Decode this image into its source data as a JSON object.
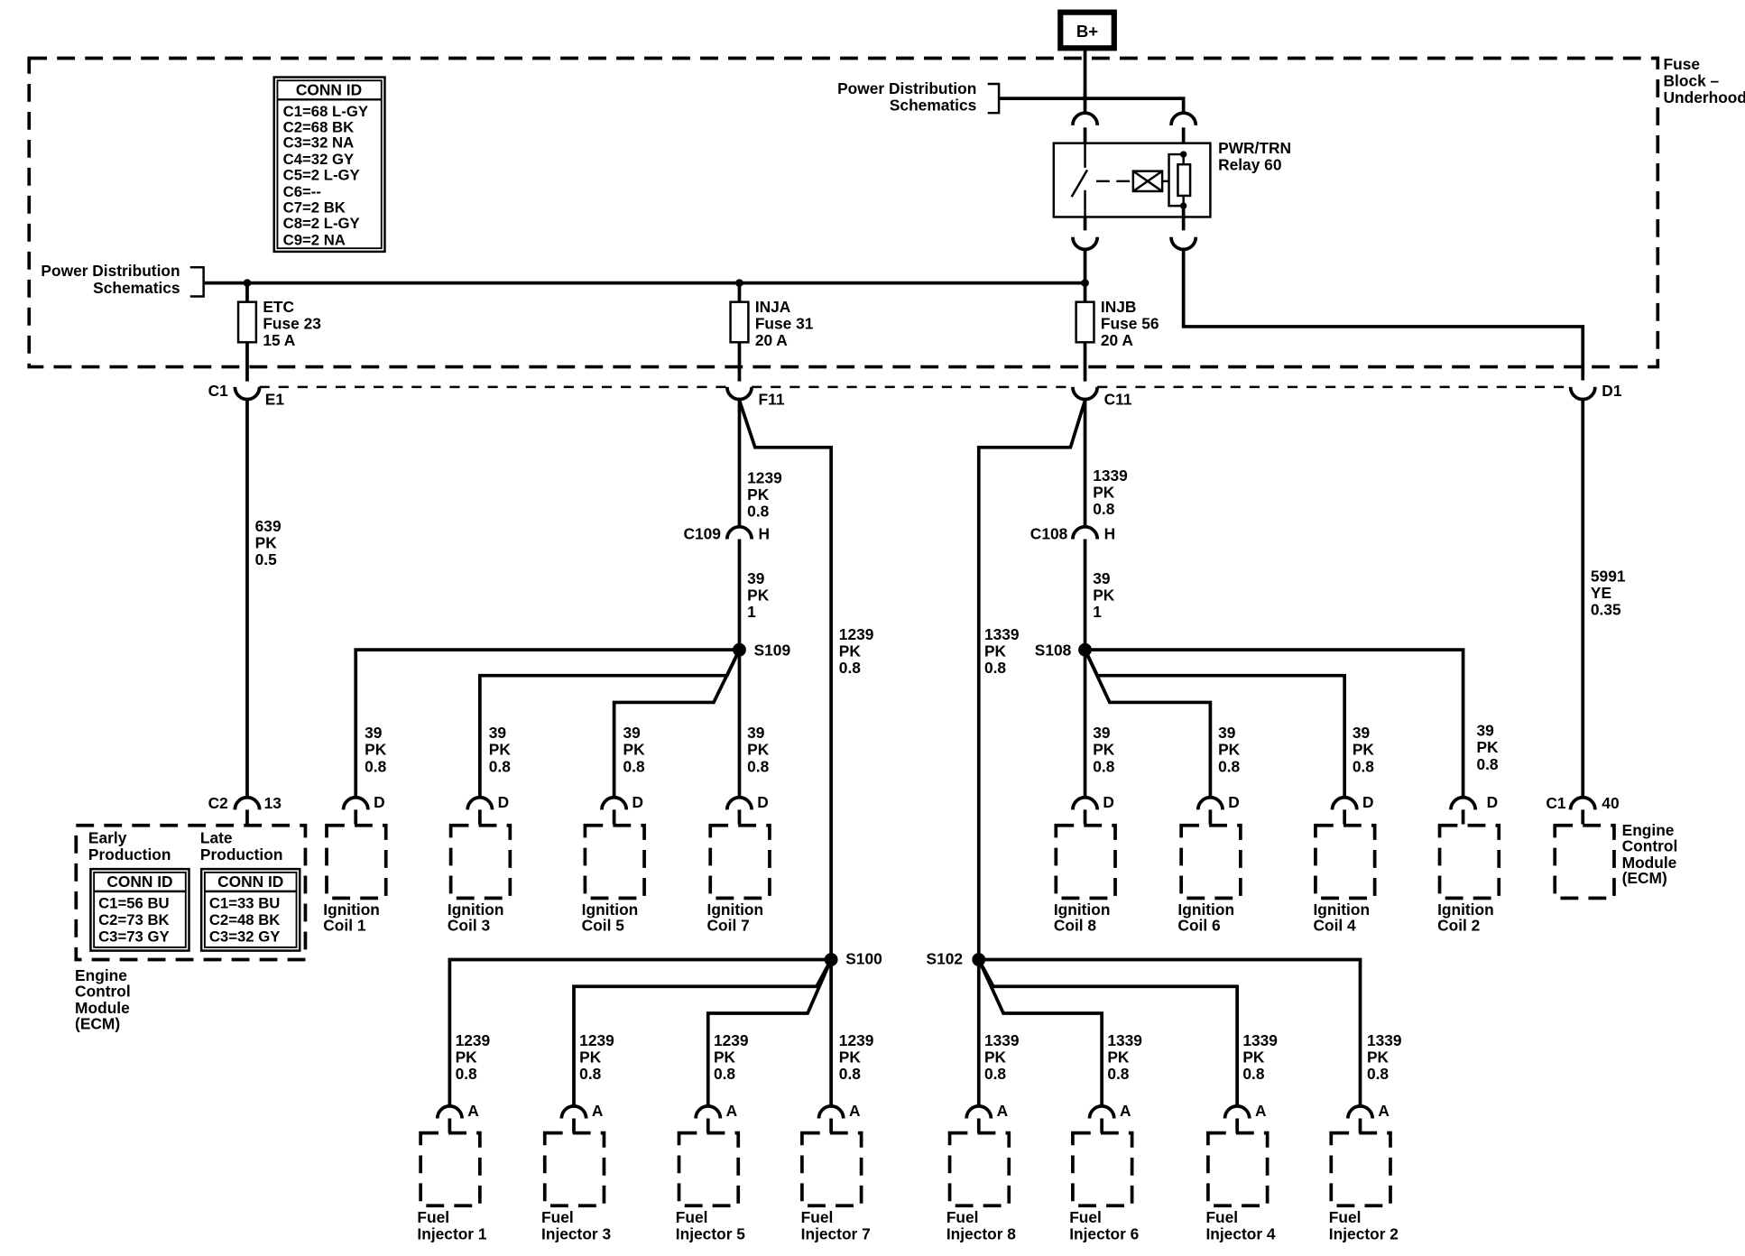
{
  "power": {
    "label": "B+"
  },
  "fuse_block": {
    "label_lines": [
      "Fuse",
      "Block –",
      "Underhood"
    ]
  },
  "pd_schematics": {
    "lines": [
      "Power Distribution",
      "Schematics"
    ]
  },
  "conn_id_table": {
    "header": "CONN ID",
    "rows": [
      "C1=68 L-GY",
      "C2=68 BK",
      "C3=32 NA",
      "C4=32 GY",
      "C5=2 L-GY",
      "C6=--",
      "C7=2 BK",
      "C8=2 L-GY",
      "C9=2 NA"
    ]
  },
  "relay": {
    "lines": [
      "PWR/TRN",
      "Relay 60"
    ]
  },
  "fuses": [
    {
      "lines": [
        "ETC",
        "Fuse 23",
        "15 A"
      ]
    },
    {
      "lines": [
        "INJA",
        "Fuse 31",
        "20 A"
      ]
    },
    {
      "lines": [
        "INJB",
        "Fuse 56",
        "20 A"
      ]
    }
  ],
  "connector_labels": {
    "c1": "C1",
    "e1": "E1",
    "f11": "F11",
    "c11": "C11",
    "d1": "D1",
    "c109": "C109",
    "c109_pin": "H",
    "c108": "C108",
    "c108_pin": "H",
    "c2": "C2",
    "c2_pin": "13",
    "ecm_c1": "C1",
    "ecm_c1_pin": "40"
  },
  "wire_labels": [
    [
      "639",
      "PK",
      "0.5"
    ],
    [
      "1239",
      "PK",
      "0.8"
    ],
    [
      "1339",
      "PK",
      "0.8"
    ],
    [
      "39",
      "PK",
      "1"
    ],
    [
      "39",
      "PK",
      "1"
    ],
    [
      "1239",
      "PK",
      "0.8"
    ],
    [
      "1339",
      "PK",
      "0.8"
    ],
    [
      "5991",
      "YE",
      "0.35"
    ],
    [
      "39",
      "PK",
      "0.8"
    ],
    [
      "39",
      "PK",
      "0.8"
    ],
    [
      "39",
      "PK",
      "0.8"
    ],
    [
      "39",
      "PK",
      "0.8"
    ],
    [
      "39",
      "PK",
      "0.8"
    ],
    [
      "39",
      "PK",
      "0.8"
    ],
    [
      "39",
      "PK",
      "0.8"
    ],
    [
      "39",
      "PK",
      "0.8"
    ],
    [
      "1239",
      "PK",
      "0.8"
    ],
    [
      "1239",
      "PK",
      "0.8"
    ],
    [
      "1239",
      "PK",
      "0.8"
    ],
    [
      "1239",
      "PK",
      "0.8"
    ],
    [
      "1339",
      "PK",
      "0.8"
    ],
    [
      "1339",
      "PK",
      "0.8"
    ],
    [
      "1339",
      "PK",
      "0.8"
    ],
    [
      "1339",
      "PK",
      "0.8"
    ]
  ],
  "splices": {
    "s109": "S109",
    "s108": "S108",
    "s100": "S100",
    "s102": "S102"
  },
  "ignition_coils": [
    {
      "pin": "D",
      "lines": [
        "Ignition",
        "Coil 1"
      ]
    },
    {
      "pin": "D",
      "lines": [
        "Ignition",
        "Coil 3"
      ]
    },
    {
      "pin": "D",
      "lines": [
        "Ignition",
        "Coil 5"
      ]
    },
    {
      "pin": "D",
      "lines": [
        "Ignition",
        "Coil 7"
      ]
    },
    {
      "pin": "D",
      "lines": [
        "Ignition",
        "Coil 8"
      ]
    },
    {
      "pin": "D",
      "lines": [
        "Ignition",
        "Coil 6"
      ]
    },
    {
      "pin": "D",
      "lines": [
        "Ignition",
        "Coil 4"
      ]
    },
    {
      "pin": "D",
      "lines": [
        "Ignition",
        "Coil 2"
      ]
    }
  ],
  "fuel_injectors": [
    {
      "pin": "A",
      "lines": [
        "Fuel",
        "Injector 1"
      ]
    },
    {
      "pin": "A",
      "lines": [
        "Fuel",
        "Injector 3"
      ]
    },
    {
      "pin": "A",
      "lines": [
        "Fuel",
        "Injector 5"
      ]
    },
    {
      "pin": "A",
      "lines": [
        "Fuel",
        "Injector 7"
      ]
    },
    {
      "pin": "A",
      "lines": [
        "Fuel",
        "Injector 8"
      ]
    },
    {
      "pin": "A",
      "lines": [
        "Fuel",
        "Injector 6"
      ]
    },
    {
      "pin": "A",
      "lines": [
        "Fuel",
        "Injector 4"
      ]
    },
    {
      "pin": "A",
      "lines": [
        "Fuel",
        "Injector 2"
      ]
    }
  ],
  "ecm_left": {
    "early_label": [
      "Early",
      "Production"
    ],
    "late_label": [
      "Late",
      "Production"
    ],
    "early_table": {
      "header": "CONN ID",
      "rows": [
        "C1=56 BU",
        "C2=73 BK",
        "C3=73 GY"
      ]
    },
    "late_table": {
      "header": "CONN ID",
      "rows": [
        "C1=33 BU",
        "C2=48 BK",
        "C3=32 GY"
      ]
    },
    "name": [
      "Engine",
      "Control",
      "Module",
      "(ECM)"
    ]
  },
  "ecm_right": {
    "name": [
      "Engine",
      "Control",
      "Module",
      "(ECM)"
    ]
  }
}
